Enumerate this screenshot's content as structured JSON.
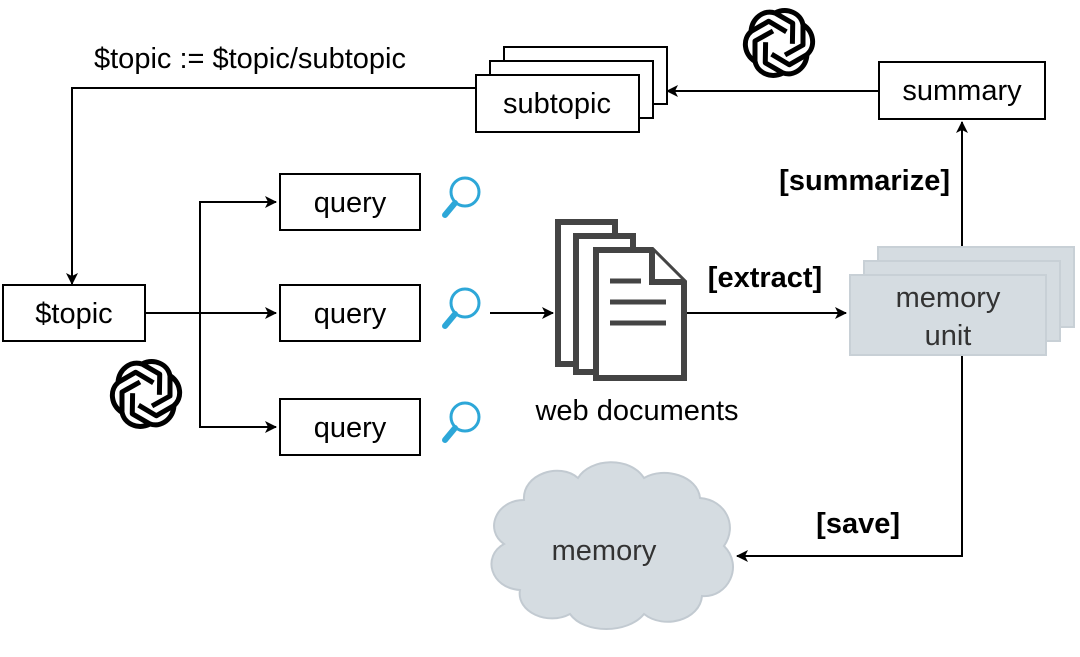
{
  "nodes": {
    "topic": "$topic",
    "query_1": "query",
    "query_2": "query",
    "query_3": "query",
    "web_documents": "web documents",
    "memory_unit_line1": "memory",
    "memory_unit_line2": "unit",
    "summary": "summary",
    "subtopic": "subtopic",
    "memory": "memory"
  },
  "edge_labels": {
    "update_topic": "$topic := $topic/subtopic",
    "extract": "[extract]",
    "summarize": "[summarize]",
    "save": "[save]"
  },
  "icons": {
    "llm": "openai-logo-icon",
    "search": "magnifier-icon",
    "document": "document-stack-icon",
    "accent_color": "#2da7d8",
    "memory_fill": "#d5dce1"
  }
}
